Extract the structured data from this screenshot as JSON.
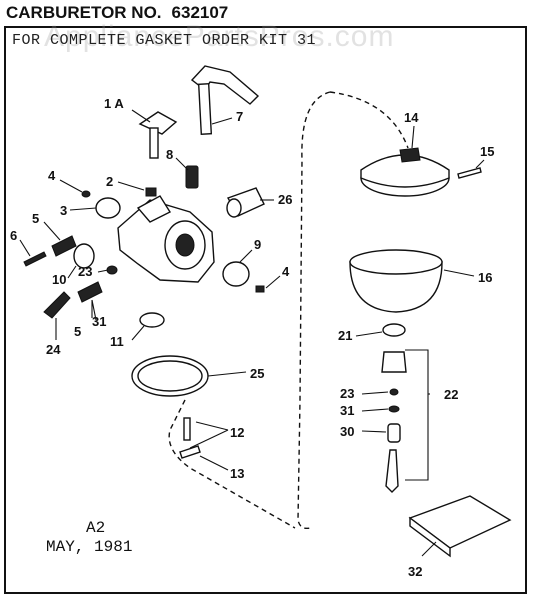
{
  "header": {
    "title_label": "CARBURETOR NO.",
    "title_number": "632107",
    "subtitle": "FOR COMPLETE GASKET ORDER KIT 31",
    "watermark": "AppliancePartsPros.com"
  },
  "footer": {
    "code": "A2",
    "date": "MAY, 1981"
  },
  "callouts": {
    "p1A": "1 A",
    "p2": "2",
    "p3": "3",
    "p4a": "4",
    "p4b": "4",
    "p5a": "5",
    "p5b": "5",
    "p6": "6",
    "p7": "7",
    "p8": "8",
    "p9": "9",
    "p10": "10",
    "p11": "11",
    "p12": "12",
    "p13": "13",
    "p14": "14",
    "p15": "15",
    "p16": "16",
    "p21": "21",
    "p22": "22",
    "p23a": "23",
    "p23b": "23",
    "p24": "24",
    "p25": "25",
    "p26": "26",
    "p30": "30",
    "p31a": "31",
    "p31b": "31",
    "p32": "32"
  }
}
